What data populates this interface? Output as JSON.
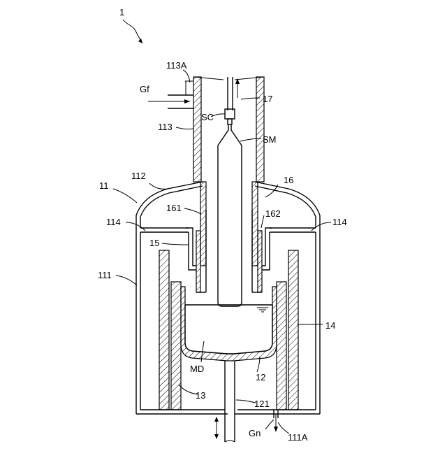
{
  "labels": {
    "figure": "1",
    "l113A": "113A",
    "lGf": "Gf",
    "l17": "17",
    "lSC": "SC",
    "l113": "113",
    "lSM": "SM",
    "l112": "112",
    "l16": "16",
    "l11": "11",
    "l161": "161",
    "l162": "162",
    "l114_left": "114",
    "l114_right": "114",
    "l15": "15",
    "l111": "111",
    "l14": "14",
    "lMD": "MD",
    "l12": "12",
    "l13": "13",
    "l121": "121",
    "lGn": "Gn",
    "l111A": "111A"
  },
  "colors": {
    "line": "#000000",
    "background": "#ffffff"
  }
}
